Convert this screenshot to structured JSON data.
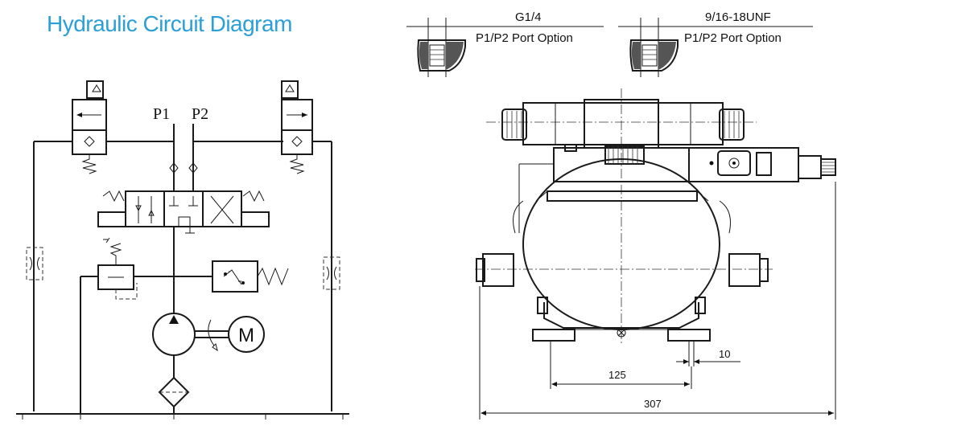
{
  "title": "Hydraulic Circuit Diagram",
  "circuit": {
    "port_p1": "P1",
    "port_p2": "P2",
    "motor": "M"
  },
  "port_options": [
    {
      "thread": "G1/4",
      "caption": "P1/P2 Port Option"
    },
    {
      "thread": "9/16-18UNF",
      "caption": "P1/P2 Port Option"
    }
  ],
  "dimensions": {
    "small": "10",
    "mid": "125",
    "overall": "307"
  },
  "colors": {
    "title": "#2a9fd8",
    "line": "#1a1a1a"
  }
}
